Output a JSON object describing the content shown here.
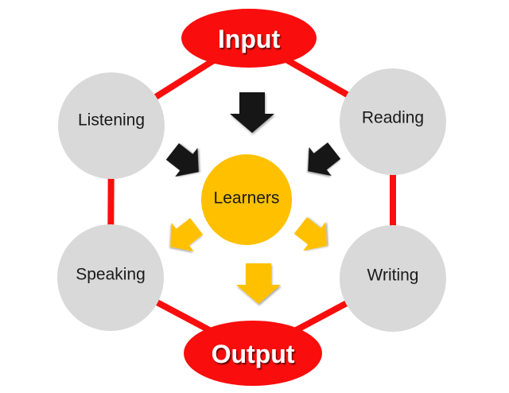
{
  "colors": {
    "red": "#F90D0D",
    "gray": "#D9D9D9",
    "gold": "#FFC000",
    "black": "#161616",
    "label_text": "#1A1A1A",
    "io_text": "#FFFFFF"
  },
  "nodes": {
    "input": {
      "label": "Input",
      "shape": "ellipse",
      "fill_color": "#F90D0D",
      "text_color": "#FFFFFF"
    },
    "output": {
      "label": "Output",
      "shape": "ellipse",
      "fill_color": "#F90D0D",
      "text_color": "#FFFFFF"
    },
    "listening": {
      "label": "Listening",
      "shape": "circle",
      "fill_color": "#D9D9D9",
      "text_color": "#1A1A1A"
    },
    "reading": {
      "label": "Reading",
      "shape": "circle",
      "fill_color": "#D9D9D9",
      "text_color": "#1A1A1A"
    },
    "speaking": {
      "label": "Speaking",
      "shape": "circle",
      "fill_color": "#D9D9D9",
      "text_color": "#1A1A1A"
    },
    "writing": {
      "label": "Writing",
      "shape": "circle",
      "fill_color": "#D9D9D9",
      "text_color": "#1A1A1A"
    },
    "learners": {
      "label": "Learners",
      "shape": "circle",
      "fill_color": "#FFC000",
      "text_color": "#1A1A1A"
    }
  },
  "connectors": [
    {
      "from": "input",
      "to": "listening",
      "color": "#F90D0D"
    },
    {
      "from": "input",
      "to": "reading",
      "color": "#F90D0D"
    },
    {
      "from": "listening",
      "to": "speaking",
      "color": "#F90D0D"
    },
    {
      "from": "reading",
      "to": "writing",
      "color": "#F90D0D"
    },
    {
      "from": "speaking",
      "to": "output",
      "color": "#F90D0D"
    },
    {
      "from": "writing",
      "to": "output",
      "color": "#F90D0D"
    }
  ],
  "arrows": [
    {
      "id": "arrow-top-center",
      "direction": "down",
      "color": "#161616",
      "meaning": "input flows into learners"
    },
    {
      "id": "arrow-top-left",
      "direction": "down-right",
      "color": "#161616",
      "meaning": "listening flows into learners"
    },
    {
      "id": "arrow-top-right",
      "direction": "down-left",
      "color": "#161616",
      "meaning": "reading flows into learners"
    },
    {
      "id": "arrow-bottom-left",
      "direction": "down-left",
      "color": "#FFC000",
      "meaning": "learners flow out to speaking"
    },
    {
      "id": "arrow-bottom-right",
      "direction": "down-right",
      "color": "#FFC000",
      "meaning": "learners flow out to writing"
    },
    {
      "id": "arrow-bottom-center",
      "direction": "down",
      "color": "#FFC000",
      "meaning": "learners flow out to output"
    }
  ]
}
